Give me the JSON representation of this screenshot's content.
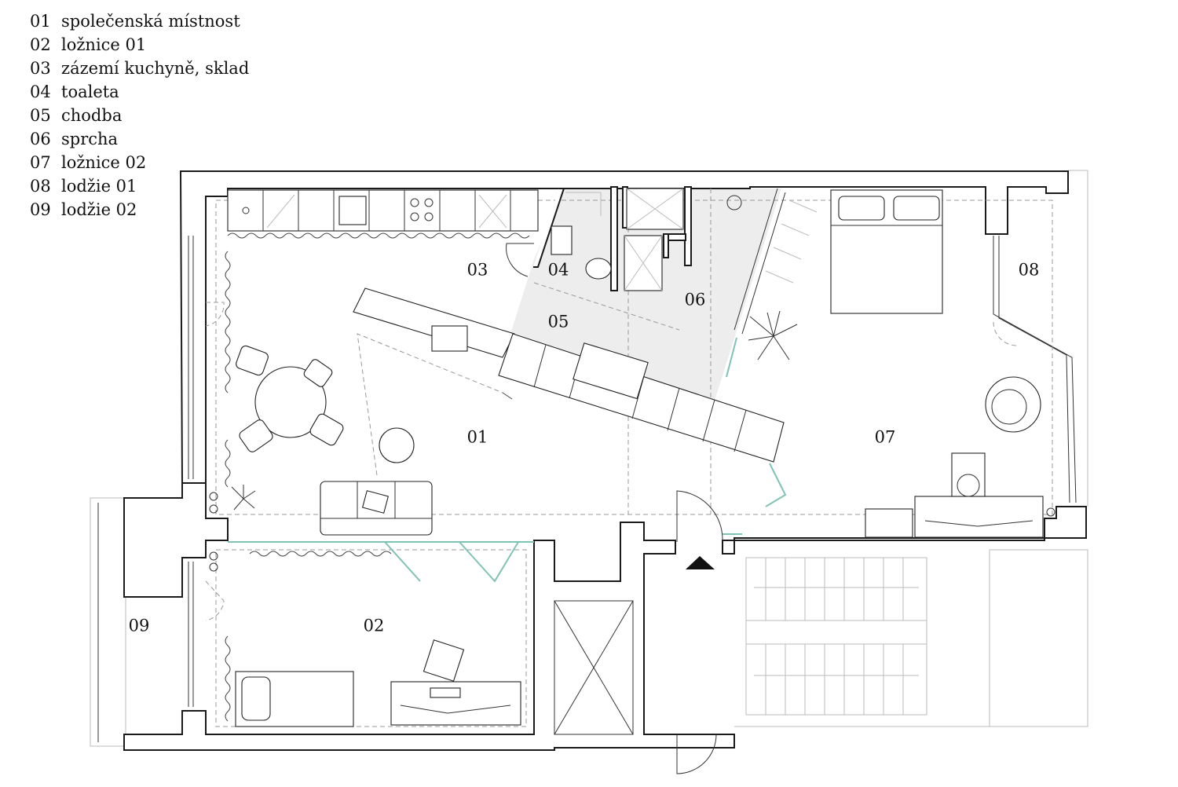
{
  "legend": [
    {
      "num": "01",
      "label": "společenská místnost"
    },
    {
      "num": "02",
      "label": "ložnice 01"
    },
    {
      "num": "03",
      "label": "zázemí kuchyně, sklad"
    },
    {
      "num": "04",
      "label": "toaleta"
    },
    {
      "num": "05",
      "label": "chodba"
    },
    {
      "num": "06",
      "label": "sprcha"
    },
    {
      "num": "07",
      "label": "ložnice 02"
    },
    {
      "num": "08",
      "label": "lodžie 01"
    },
    {
      "num": "09",
      "label": "lodžie 02"
    }
  ],
  "rooms": {
    "r01": "01",
    "r02": "02",
    "r03": "03",
    "r04": "04",
    "r05": "05",
    "r06": "06",
    "r07": "07",
    "r08": "08",
    "r09": "09"
  },
  "entrance_icon": "entrance-arrow-icon",
  "colors": {
    "wall": "#1a1a1a",
    "accent": "#7fc3b4",
    "service_area": "#ededed"
  }
}
